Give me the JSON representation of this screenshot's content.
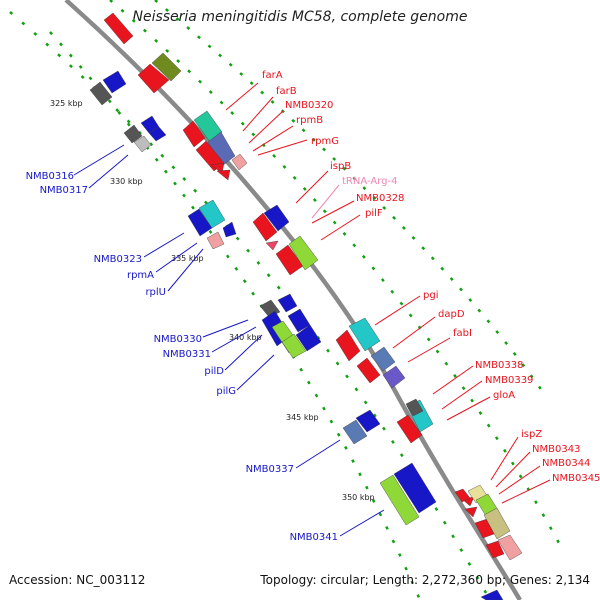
{
  "header": {
    "title": "Neisseria meningitidis MC58, complete genome"
  },
  "footer": {
    "accession": "Accession: NC_003112",
    "topology": "Topology: circular; Length: 2,272,360 bp; Genes: 2,134"
  },
  "ticks": [
    "325 kbp",
    "330 kbp",
    "335 kbp",
    "340 kbp",
    "345 kbp",
    "350 kbp"
  ],
  "colors": {
    "forward_label": "#e8141e",
    "reverse_label": "#1717c8",
    "trna_label": "#ee88b0",
    "backbone": "#8a8a8a"
  },
  "labels_right": [
    {
      "text": "farA",
      "color": "#e8141e"
    },
    {
      "text": "farB",
      "color": "#e8141e"
    },
    {
      "text": "NMB0320",
      "color": "#e8141e"
    },
    {
      "text": "rpmB",
      "color": "#e8141e"
    },
    {
      "text": "rpmG",
      "color": "#e8141e"
    },
    {
      "text": "ispB",
      "color": "#e8141e"
    },
    {
      "text": "tRNA-Arg-4",
      "color": "#ee88b0"
    },
    {
      "text": "NMB0328",
      "color": "#e8141e"
    },
    {
      "text": "pilF",
      "color": "#e8141e"
    },
    {
      "text": "pgi",
      "color": "#e8141e"
    },
    {
      "text": "dapD",
      "color": "#e8141e"
    },
    {
      "text": "fabI",
      "color": "#e8141e"
    },
    {
      "text": "NMB0338",
      "color": "#e8141e"
    },
    {
      "text": "NMB0339",
      "color": "#e8141e"
    },
    {
      "text": "gloA",
      "color": "#e8141e"
    },
    {
      "text": "ispZ",
      "color": "#e8141e"
    },
    {
      "text": "NMB0343",
      "color": "#e8141e"
    },
    {
      "text": "NMB0344",
      "color": "#e8141e"
    },
    {
      "text": "NMB0345",
      "color": "#e8141e"
    }
  ],
  "labels_left": [
    {
      "text": "NMB0316",
      "color": "#1717c8"
    },
    {
      "text": "NMB0317",
      "color": "#1717c8"
    },
    {
      "text": "NMB0323",
      "color": "#1717c8"
    },
    {
      "text": "rpmA",
      "color": "#1717c8"
    },
    {
      "text": "rplU",
      "color": "#1717c8"
    },
    {
      "text": "NMB0330",
      "color": "#1717c8"
    },
    {
      "text": "NMB0331",
      "color": "#1717c8"
    },
    {
      "text": "pilD",
      "color": "#1717c8"
    },
    {
      "text": "pilG",
      "color": "#1717c8"
    },
    {
      "text": "NMB0337",
      "color": "#1717c8"
    },
    {
      "text": "NMB0341",
      "color": "#1717c8"
    }
  ]
}
